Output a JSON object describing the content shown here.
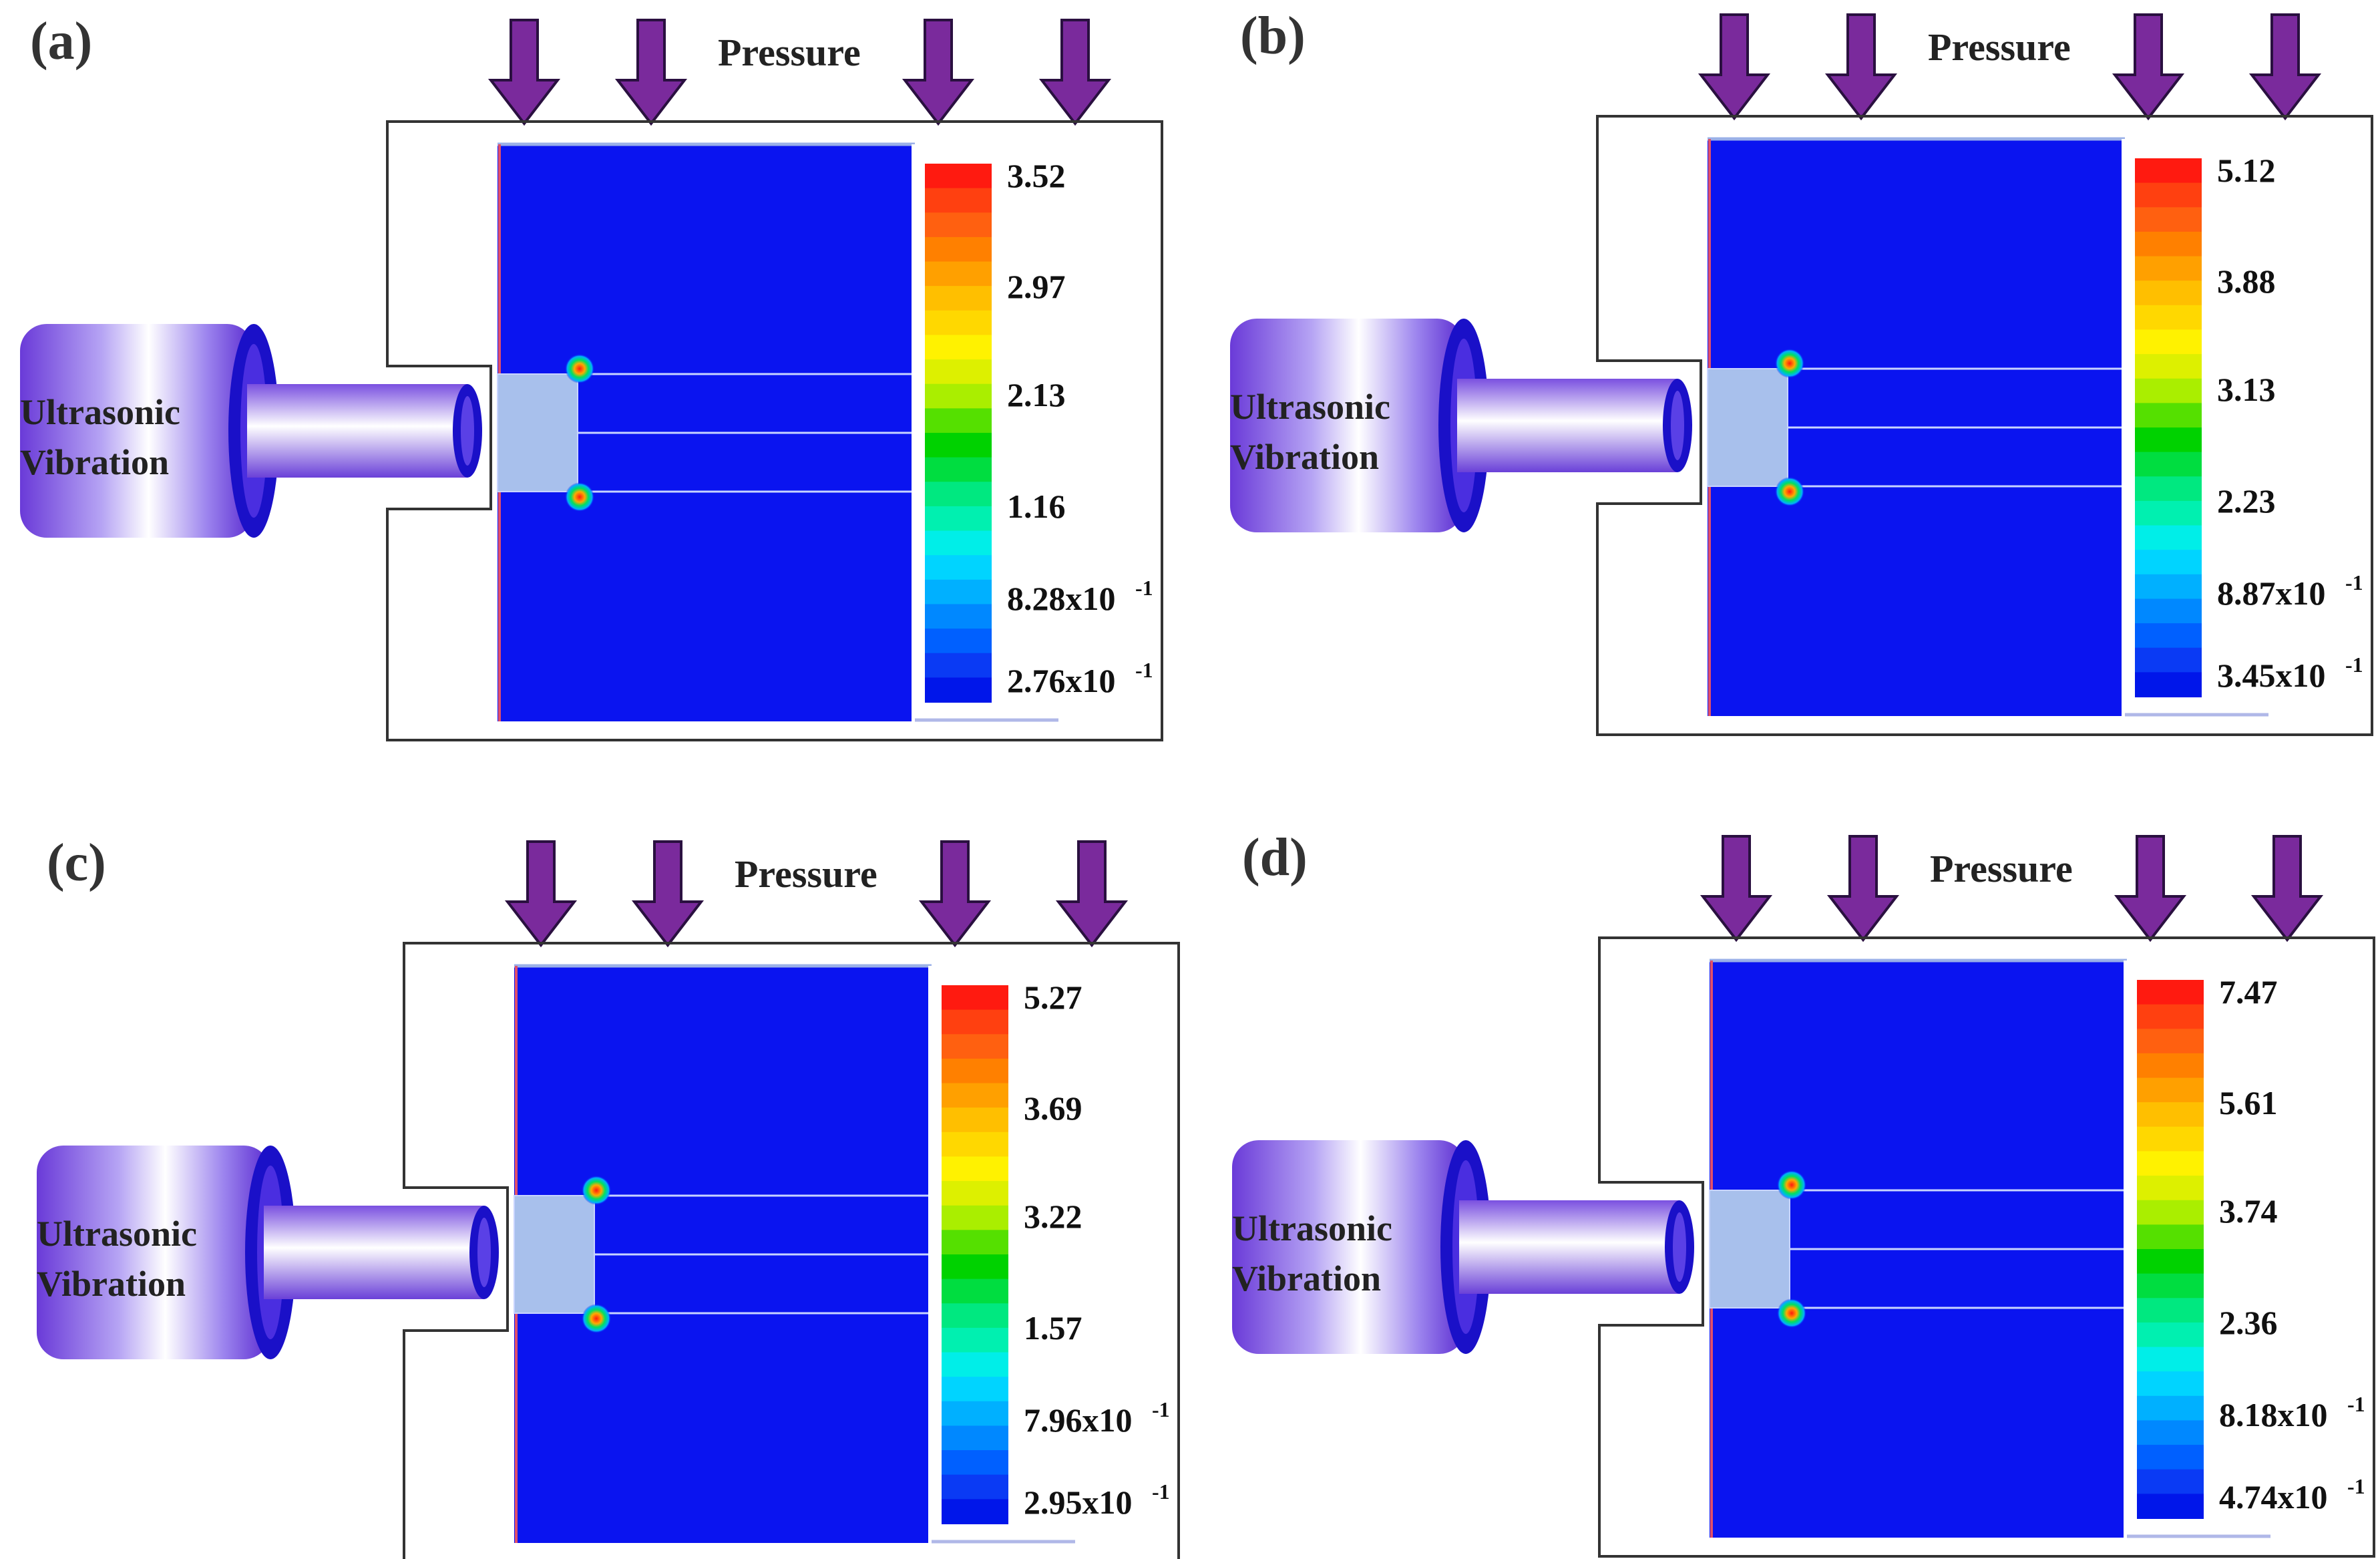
{
  "panels": [
    {
      "label": "(a)",
      "pressure_label": "Pressure",
      "device_label": [
        "Ultrasonic",
        "Vibration"
      ],
      "colorbar_ticks": [
        "3.52",
        "2.97",
        "2.13",
        "1.16",
        "8.28x10",
        "2.76x10"
      ],
      "colorbar_exponent": "-1"
    },
    {
      "label": "(b)",
      "pressure_label": "Pressure",
      "device_label": [
        "Ultrasonic",
        "Vibration"
      ],
      "colorbar_ticks": [
        "5.12",
        "3.88",
        "3.13",
        "2.23",
        "8.87x10",
        "3.45x10"
      ],
      "colorbar_exponent": "-1"
    },
    {
      "label": "(c)",
      "pressure_label": "Pressure",
      "device_label": [
        "Ultrasonic",
        "Vibration"
      ],
      "colorbar_ticks": [
        "5.27",
        "3.69",
        "3.22",
        "1.57",
        "7.96x10",
        "2.95x10"
      ],
      "colorbar_exponent": "-1"
    },
    {
      "label": "(d)",
      "pressure_label": "Pressure",
      "device_label": [
        "Ultrasonic",
        "Vibration"
      ],
      "colorbar_ticks": [
        "7.47",
        "5.61",
        "3.74",
        "2.36",
        "8.18x10",
        "4.74x10"
      ],
      "colorbar_exponent": "-1"
    }
  ],
  "colors": {
    "field": "#0a14f0",
    "arrow": "#7a2a9c",
    "frame": "#333333",
    "colormap": [
      "#0016ea",
      "#0a3af4",
      "#0060ff",
      "#0088ff",
      "#00b0ff",
      "#00d4ff",
      "#00eee8",
      "#00f0b0",
      "#00e880",
      "#00dd40",
      "#00d200",
      "#55e000",
      "#aaee00",
      "#ddf000",
      "#fff200",
      "#ffd800",
      "#ffbf00",
      "#ffa000",
      "#ff8000",
      "#ff6010",
      "#ff4010",
      "#ff1a10"
    ]
  }
}
